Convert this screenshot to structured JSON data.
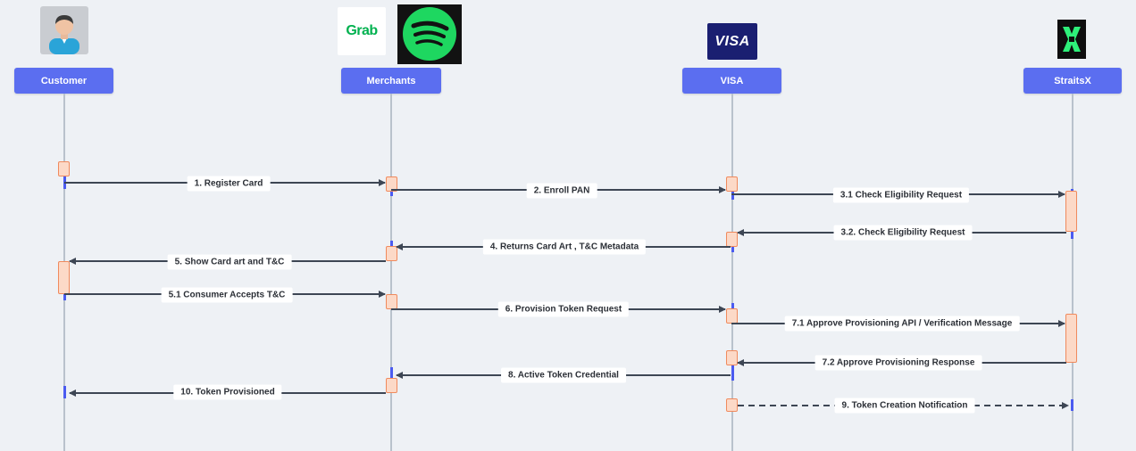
{
  "actors": [
    {
      "id": "customer",
      "label": "Customer"
    },
    {
      "id": "merchants",
      "label": "Merchants"
    },
    {
      "id": "visa",
      "label": "VISA"
    },
    {
      "id": "straitsx",
      "label": "StraitsX"
    }
  ],
  "logos": {
    "grab": "Grab",
    "visa": "VISA",
    "straitsx_icon": "straitsx-icon",
    "spotify_icon": "spotify-icon",
    "customer_icon": "person-avatar-icon"
  },
  "messages": [
    {
      "label": "1.  Register Card",
      "from": "customer",
      "to": "merchants",
      "style": "solid"
    },
    {
      "label": "2.  Enroll PAN",
      "from": "merchants",
      "to": "visa",
      "style": "solid"
    },
    {
      "label": "3.1 Check Eligibility Request",
      "from": "visa",
      "to": "straitsx",
      "style": "solid"
    },
    {
      "label": "3.2. Check Eligibility Request",
      "from": "straitsx",
      "to": "visa",
      "style": "solid"
    },
    {
      "label": "4.  Returns Card Art , T&C Metadata",
      "from": "visa",
      "to": "merchants",
      "style": "solid"
    },
    {
      "label": "5.  Show Card art and T&C",
      "from": "merchants",
      "to": "customer",
      "style": "solid"
    },
    {
      "label": "5.1 Consumer Accepts T&C",
      "from": "customer",
      "to": "merchants",
      "style": "solid"
    },
    {
      "label": "6.  Provision Token Request",
      "from": "merchants",
      "to": "visa",
      "style": "solid"
    },
    {
      "label": "7.1 Approve Provisioning API / Verification Message",
      "from": "visa",
      "to": "straitsx",
      "style": "solid"
    },
    {
      "label": "7.2 Approve Provisioning Response",
      "from": "straitsx",
      "to": "visa",
      "style": "solid"
    },
    {
      "label": "8.  Active Token Credential",
      "from": "visa",
      "to": "merchants",
      "style": "solid"
    },
    {
      "label": "10.  Token Provisioned",
      "from": "merchants",
      "to": "customer",
      "style": "solid"
    },
    {
      "label": "9.  Token Creation Notification",
      "from": "visa",
      "to": "straitsx",
      "style": "dashed"
    }
  ],
  "colors": {
    "background": "#eef1f5",
    "actor": "#5b6ef0",
    "arrow": "#3d4654",
    "activation_fill": "#fcd9c7",
    "activation_border": "#f08a5d",
    "tick": "#4b5bf0",
    "spotify": "#1ed760",
    "visa_brand": "#1a1f71",
    "grab": "#00b14f",
    "straitsx": "#2ef07a"
  }
}
